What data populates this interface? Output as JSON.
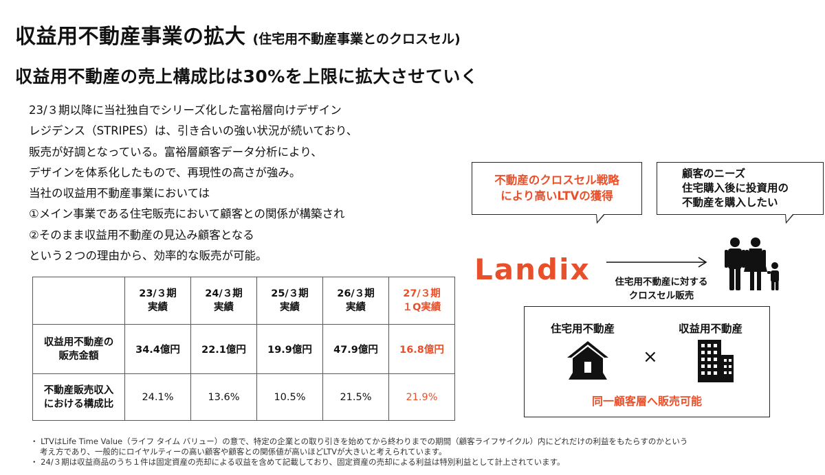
{
  "title": {
    "main": "収益用不動産事業の拡大",
    "sub": "(住宅用不動産事業とのクロスセル)"
  },
  "subtitle": "収益用不動産の売上構成比は30%を上限に拡大させていく",
  "body_lines": [
    "23/３期以降に当社独自でシリーズ化した富裕層向けデザイン",
    "レジデンス（STRIPES）は、引き合いの強い状況が続いており、",
    "販売が好調となっている。富裕層顧客データ分析により、",
    "デザインを体系化したもので、再現性の高さが強み。",
    "当社の収益用不動産事業においては",
    "①メイン事業である住宅販売において顧客との関係が構築され",
    "②そのまま収益用不動産の見込み顧客となる",
    "という２つの理由から、効率的な販売が可能。"
  ],
  "table": {
    "headers": [
      {
        "line1": "23/３期",
        "line2": "実績"
      },
      {
        "line1": "24/３期",
        "line2": "実績"
      },
      {
        "line1": "25/３期",
        "line2": "実績"
      },
      {
        "line1": "26/３期",
        "line2": "実績"
      },
      {
        "line1": "27/３期",
        "line2": "１Q実績"
      }
    ],
    "rows": [
      {
        "label_line1": "収益用不動産の",
        "label_line2": "販売金額",
        "values": [
          "34.4億円",
          "22.1億円",
          "19.9億円",
          "47.9億円",
          "16.8億円"
        ]
      },
      {
        "label_line1": "不動産販売収入",
        "label_line2": "における構成比",
        "values": [
          "24.1%",
          "13.6%",
          "10.5%",
          "21.5%",
          "21.9%"
        ]
      }
    ],
    "highlight_color": "#e8502b"
  },
  "bubble_left": {
    "line1": "不動産のクロスセル戦略",
    "line2": "により高いLTVの獲得"
  },
  "bubble_right": {
    "line1": "顧客のニーズ",
    "line2": "住宅購入後に投資用の",
    "line3": "不動産を購入したい"
  },
  "logo": "Landix",
  "arrow_label": {
    "line1": "住宅用不動産に対する",
    "line2": "クロスセル販売"
  },
  "box": {
    "left_label": "住宅用不動産",
    "right_label": "収益用不動産",
    "times": "×",
    "footer": "同一顧客層へ販売可能"
  },
  "footnotes": {
    "n1_line1": "・ LTVはLife Time Value（ライフ タイム バリュー）の意で、特定の企業との取り引きを始めてから終わりまでの期間（顧客ライフサイクル）内にどれだけの利益をもたらすのかという",
    "n1_line2": "考え方であり、一般的にロイヤルティーの高い顧客や顧客との関係値が高いほどLTVが大きいと考えられています。",
    "n2": "・ 24/３期は収益商品のうち１件は固定資産の売却による収益を含めて記載しており、固定資産の売却による利益は特別利益として計上されています。"
  },
  "icons": {
    "family": "family-icon",
    "house": "house-icon",
    "building": "building-icon",
    "arrow": "right-arrow-icon"
  },
  "colors": {
    "accent": "#e8502b",
    "text": "#111111"
  }
}
